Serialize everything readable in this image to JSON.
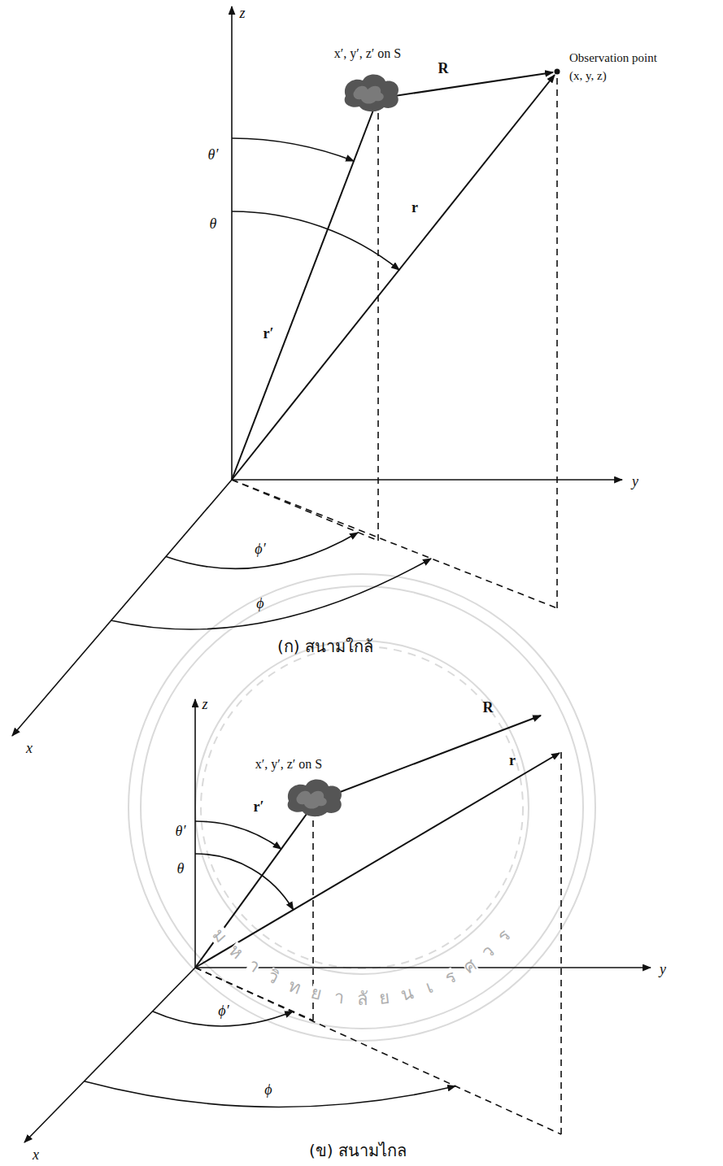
{
  "diagram": {
    "labels": [
      "z",
      "x′, y′, z′ on S",
      "R",
      "Observation point",
      "(x, y, z)",
      "θ′",
      "r′",
      "θ",
      "r",
      "y",
      "ϕ′",
      "ϕ",
      "x",
      "(ก) สนามใกล้",
      "z",
      "R",
      "x′, y′, z′ on S",
      "θ′",
      "r′",
      "θ",
      "r",
      "y",
      "ϕ′",
      "x",
      "ϕ",
      "(ข) สนามไกล",
      "มหาวิทยาลัยนเรศวร"
    ]
  }
}
